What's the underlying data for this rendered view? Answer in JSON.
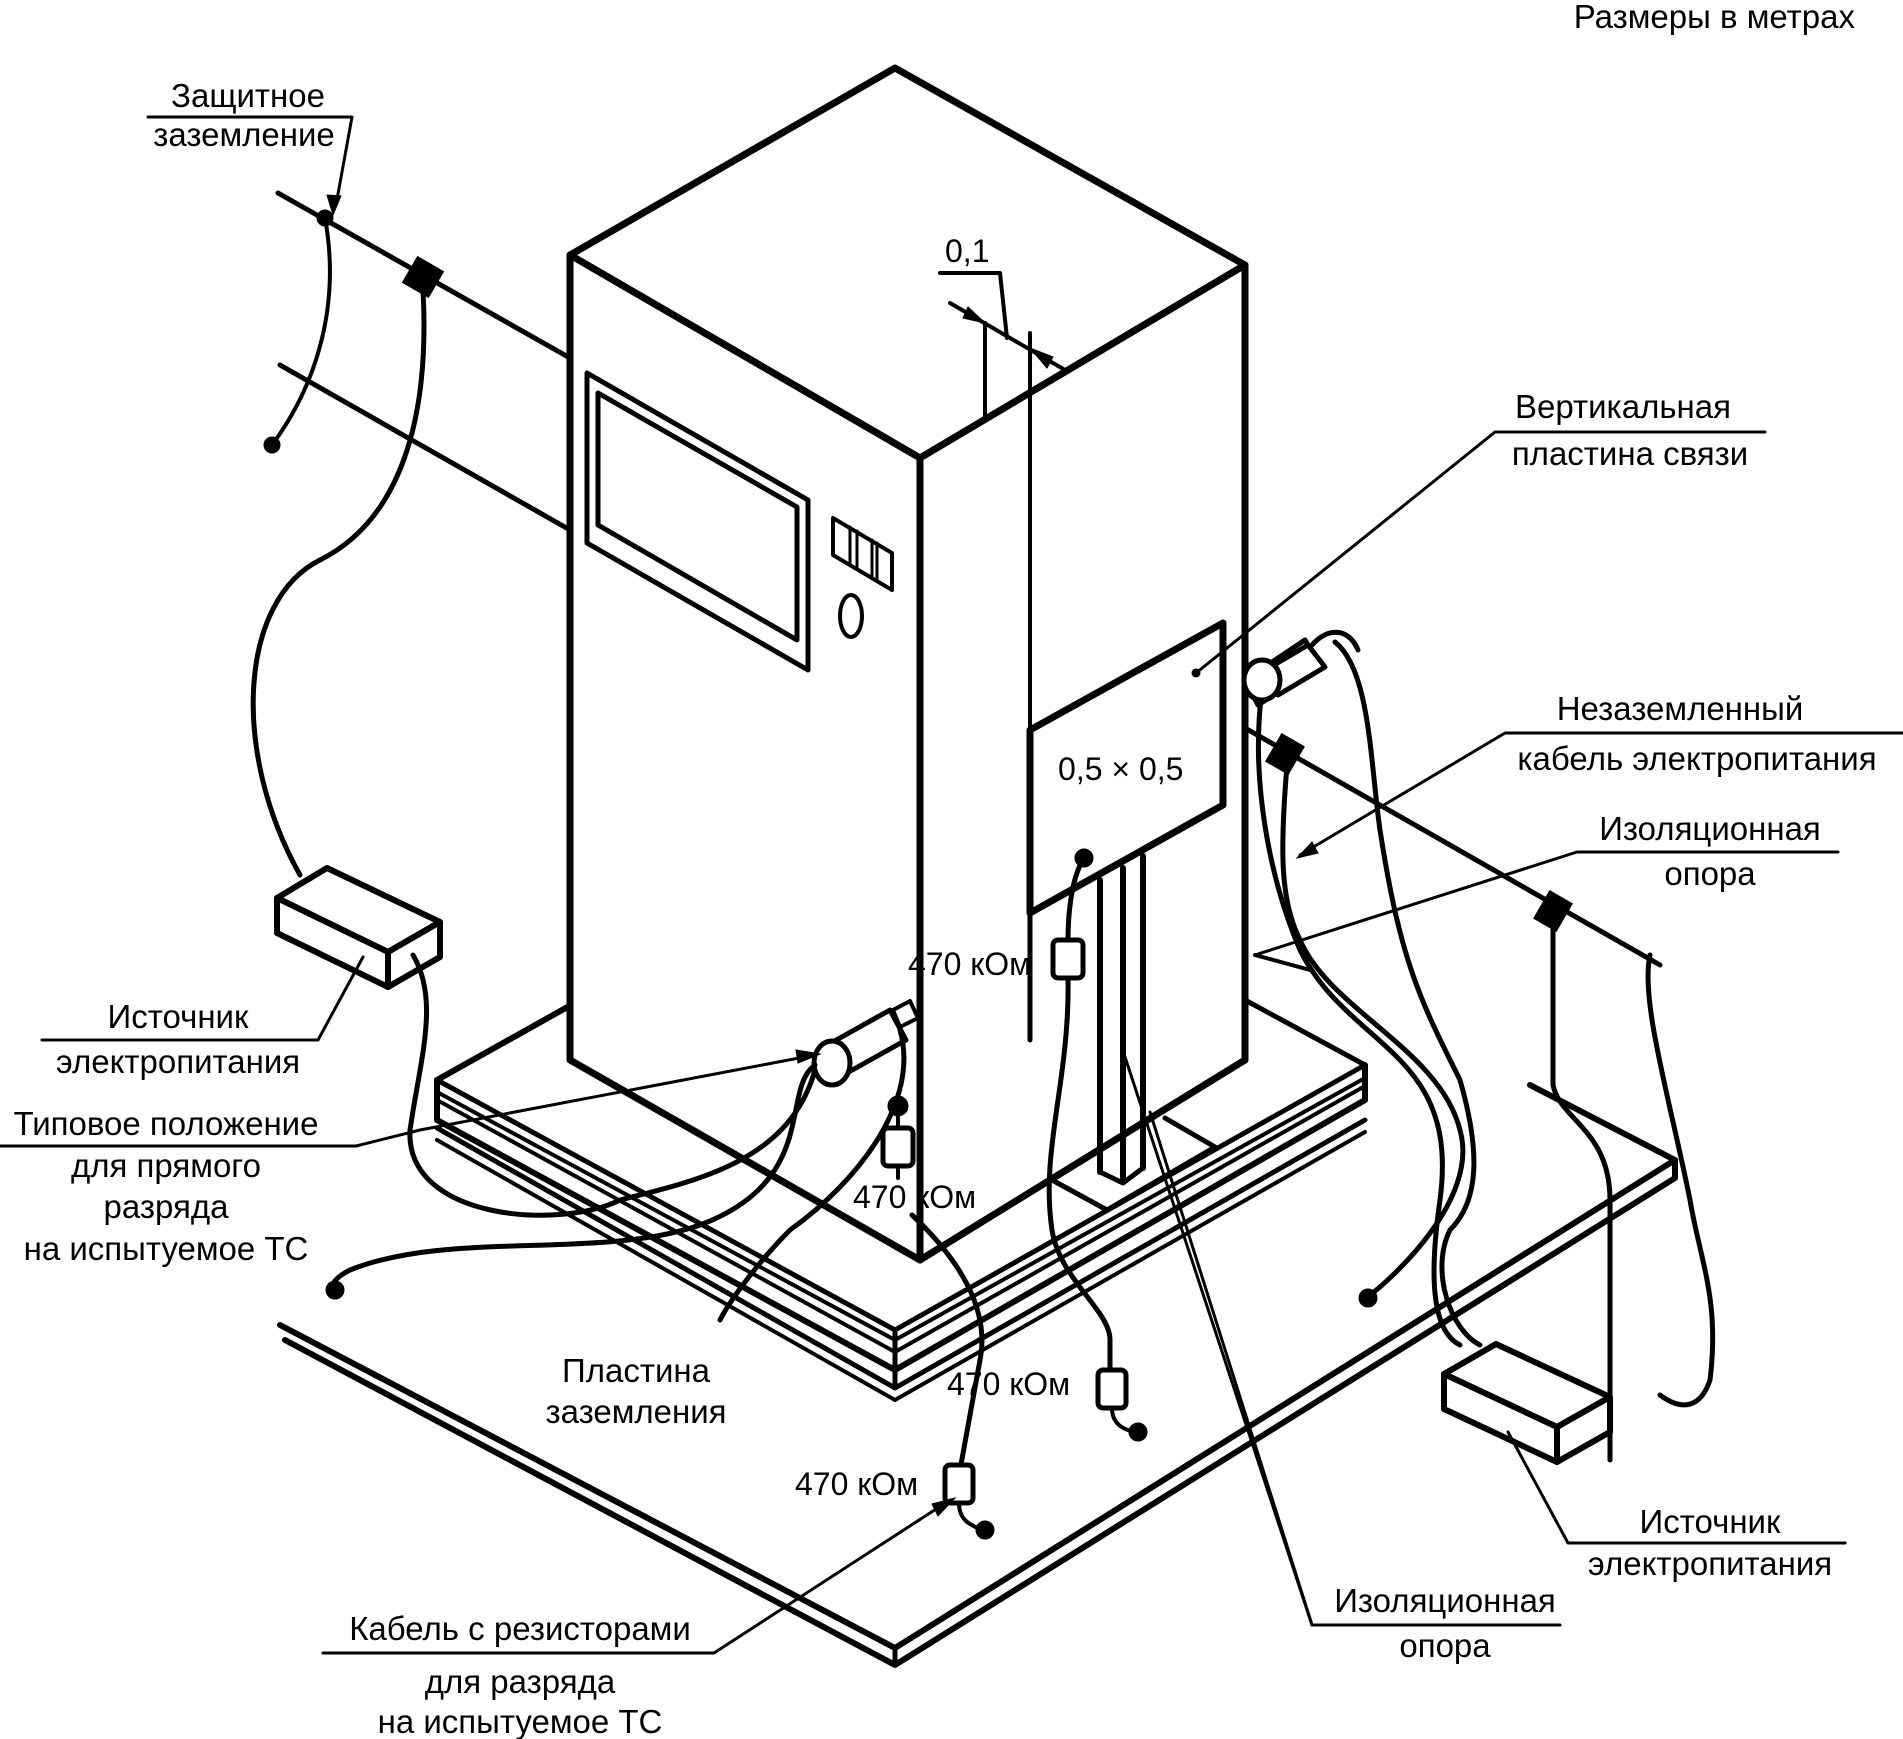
{
  "diagram": {
    "units_note": "Размеры в метрах",
    "labels": {
      "protective_ground": [
        "Защитное",
        "заземление"
      ],
      "vertical_coupling_plane": [
        "Вертикальная",
        "пластина связи"
      ],
      "ungrounded_power_cable": [
        "Незаземленный",
        "кабель электропитания"
      ],
      "insulating_support_right": [
        "Изоляционная",
        "опора"
      ],
      "power_source_left": [
        "Источник",
        "электропитания"
      ],
      "direct_discharge_position": [
        "Типовое положение",
        "для прямого",
        "разряда",
        "на испытуемое ТС"
      ],
      "ground_plane": [
        "Пластина",
        "заземления"
      ],
      "resistor_cable": [
        "Кабель с резисторами",
        "для разряда",
        "на испытуемое ТС"
      ],
      "insulating_support_bottom": [
        "Изоляционная",
        "опора"
      ],
      "power_source_right": [
        "Источник",
        "электропитания"
      ]
    },
    "dimensions": {
      "gap": "0,1",
      "vcp_size": "0,5 × 0,5"
    },
    "resistors": [
      {
        "id": "r1",
        "value": "470 кОм"
      },
      {
        "id": "r2",
        "value": "470 кОм"
      },
      {
        "id": "r3",
        "value": "470 кОм"
      },
      {
        "id": "r4",
        "value": "470 кОм"
      }
    ]
  }
}
